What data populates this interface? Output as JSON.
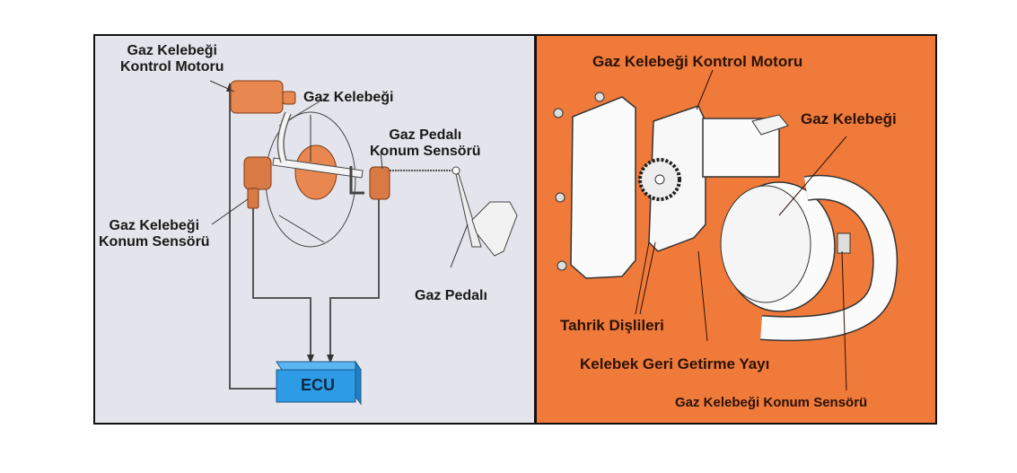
{
  "left_diagram": {
    "labels": {
      "motor_line1": "Gaz Kelebeği",
      "motor_line2": "Kontrol Motoru",
      "throttle": "Gaz Kelebeği",
      "pedal_sensor_line1": "Gaz Pedalı",
      "pedal_sensor_line2": "Konum Sensörü",
      "throttle_sensor_line1": "Gaz Kelebeği",
      "throttle_sensor_line2": "Konum Sensörü",
      "pedal": "Gaz Pedalı",
      "ecu": "ECU"
    },
    "colors": {
      "background": "#e4e4ec",
      "component": "#e8874f",
      "ecu": "#2e9be6"
    }
  },
  "right_diagram": {
    "labels": {
      "motor": "Gaz Kelebeği Kontrol Motoru",
      "throttle": "Gaz Kelebeği",
      "gears": "Tahrik Dişlileri",
      "spring": "Kelebek Geri Getirme Yayı",
      "sensor": "Gaz Kelebeği Konum Sensörü"
    },
    "colors": {
      "background": "#f07a3a"
    }
  }
}
